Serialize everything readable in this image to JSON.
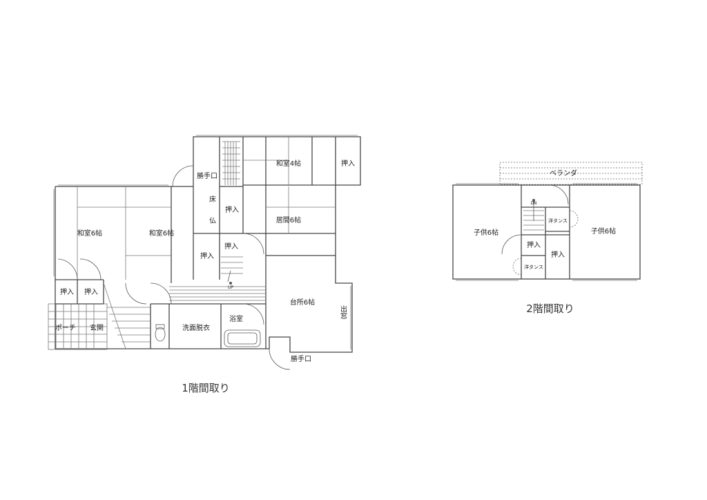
{
  "captions": {
    "floor1": "1階間取り",
    "floor2": "2階間取り"
  },
  "floor1": {
    "katteguchi_top": "勝手口",
    "washitsu4": "和室4帖",
    "oshiire_top": "押入",
    "toko": "床",
    "butsu": "仏",
    "oshiire_mid": "押入",
    "ima6": "居間6帖",
    "washitsu6_left": "和室6帖",
    "washitsu6_mid": "和室6帖",
    "oshiire_lower": "押入",
    "oshiire_center": "押入",
    "oshiire_a": "押入",
    "oshiire_b": "押入",
    "stair_up": "UP",
    "daidokoro6": "台所6帖",
    "demado": "出窓",
    "porch": "ポーチ",
    "genkan": "玄関",
    "senmen": "洗面脱衣",
    "yokushitsu": "浴室",
    "katteguchi_bottom": "勝手口"
  },
  "floor2": {
    "veranda": "ベランダ",
    "dn": "DN",
    "kodomo_left": "子供6帖",
    "kodomo_right": "子供6帖",
    "youtansu_top": "洋タンス",
    "youtansu_bottom": "洋タンス",
    "oshiire_a": "押入",
    "oshiire_b": "押入"
  }
}
